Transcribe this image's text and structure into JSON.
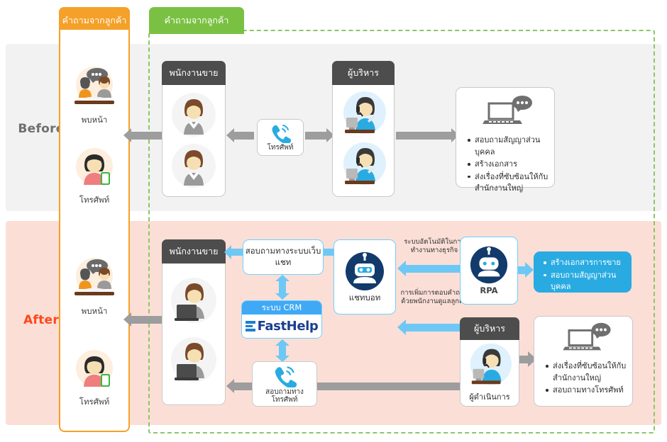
{
  "diagram": {
    "title_tabs": {
      "orange_tab": "คำถามจากลูกค้า",
      "green_tab": "คำถามจากลูกค้า"
    },
    "bands": {
      "before_label": "Before",
      "after_label": "After",
      "before_bg": "#f2f2f2",
      "after_bg": "#fbdfd7",
      "before_label_color": "#6e6e6e",
      "after_label_color": "#ff4719",
      "scope_border_color": "#8cc665",
      "accent_orange": "#f5a028",
      "accent_green": "#7ac143",
      "accent_blue": "#29abe2",
      "arrow_gray": "#9d9d9d",
      "arrow_blue": "#6ec8f5"
    },
    "customer_channels": {
      "before": [
        {
          "icon": "people-meeting-icon",
          "label": "พบหน้า"
        },
        {
          "icon": "woman-phone-icon",
          "label": "โทรศัพท์"
        }
      ],
      "after": [
        {
          "icon": "people-meeting-icon",
          "label": "พบหน้า"
        },
        {
          "icon": "woman-phone-icon",
          "label": "โทรศัพท์"
        }
      ]
    },
    "before_row": {
      "sales_card_title": "พนักงานขาย",
      "phone_node": {
        "icon": "phone-icon",
        "label": "โทรศัพท์"
      },
      "manager_card_title": "ผู้บริหาร",
      "outcome_box": {
        "icon": "laptop-chat-icon",
        "bullets": [
          "สอบถามสัญญาส่วนบุคคล",
          "สร้างเอกสาร",
          "ส่งเรื่องที่ซับซ้อนให้กับสำนักงานใหญ่"
        ]
      }
    },
    "after_row": {
      "sales_card_title": "พนักงานขาย",
      "webchat_box": "สอบถามทางระบบเว็บแชท",
      "crm": {
        "header": "ระบบ CRM",
        "product": "FastHelp"
      },
      "phone_node": {
        "icon": "phone-icon",
        "label": "สอบถามทางโทรศัพท์"
      },
      "chatbot": {
        "icon": "chatbot-icon",
        "label": "แชทบอท"
      },
      "flow_labels": {
        "automation": "ระบบอัตโนมัติในการทำงานทางธุรกิจ",
        "agent_assist": "การเพิ่มการตอบคำถามด้วยพนักงานดูแลลูกค้า"
      },
      "rpa": {
        "icon": "rpa-robot-icon",
        "label": "RPA"
      },
      "rpa_outputs": [
        "สร้างเอกสารการขาย",
        "สอบถามสัญญาส่วนบุคคล"
      ],
      "manager_card_title": "ผู้บริหาร",
      "manager_caption": "ผู้ดำเนินการ",
      "outcome_box": {
        "icon": "laptop-chat-icon",
        "bullets": [
          "ส่งเรื่องที่ซับซ้อนให้กับสำนักงานใหญ่",
          "สอบถามทางโทรศัพท์"
        ]
      }
    }
  }
}
